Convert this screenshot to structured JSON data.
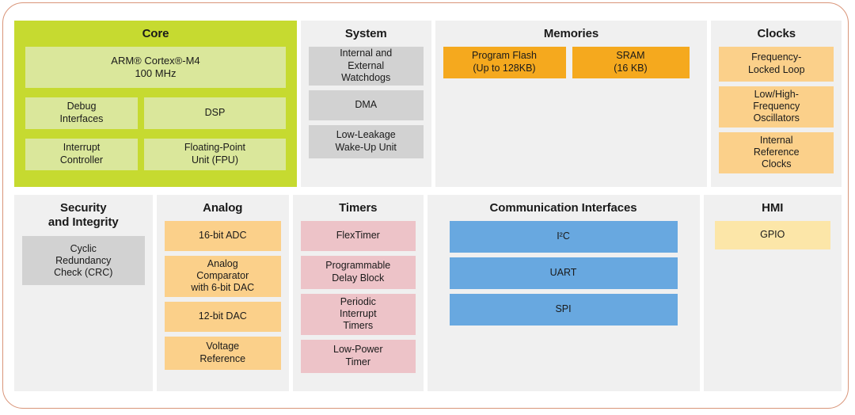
{
  "diagram": {
    "border_color": "#d99579",
    "panel_bg": "#f0f0f0",
    "rows": [
      {
        "name": "top-row",
        "panels": [
          {
            "id": "core",
            "title": "Core",
            "accent": "#c6da30",
            "block_color": "#dae79b",
            "blocks": [
              {
                "label": "ARM® Cortex®-M4\n100 MHz",
                "line1": "ARM® Cortex®-M4",
                "line2": "100 MHz"
              },
              {
                "line1": "Debug",
                "line2": "Interfaces"
              },
              {
                "line1": "DSP",
                "line2": ""
              },
              {
                "line1": "Interrupt",
                "line2": "Controller"
              },
              {
                "line1": "Floating-Point",
                "line2": "Unit (FPU)"
              }
            ]
          },
          {
            "id": "system",
            "title": "System",
            "accent": "#d2d2d2",
            "blocks": [
              {
                "line1": "Internal and",
                "line2": "External",
                "line3": "Watchdogs"
              },
              {
                "line1": "DMA",
                "line2": ""
              },
              {
                "line1": "Low-Leakage",
                "line2": "Wake-Up Unit"
              }
            ]
          },
          {
            "id": "memories",
            "title": "Memories",
            "accent": "#f5a91e",
            "blocks": [
              {
                "line1": "Program Flash",
                "line2": "(Up to 128KB)"
              },
              {
                "line1": "SRAM",
                "line2": "(16 KB)"
              }
            ]
          },
          {
            "id": "clocks",
            "title": "Clocks",
            "accent": "#fbd08a",
            "blocks": [
              {
                "line1": "Frequency-",
                "line2": "Locked Loop",
                "line3": ""
              },
              {
                "line1": "Low/High-",
                "line2": "Frequency",
                "line3": "Oscillators"
              },
              {
                "line1": "Internal",
                "line2": "Reference",
                "line3": "Clocks"
              }
            ]
          }
        ]
      },
      {
        "name": "bottom-row",
        "panels": [
          {
            "id": "security",
            "title_line1": "Security",
            "title_line2": "and Integrity",
            "accent": "#d2d2d2",
            "blocks": [
              {
                "line1": "Cyclic",
                "line2": "Redundancy",
                "line3": "Check (CRC)"
              }
            ]
          },
          {
            "id": "analog",
            "title": "Analog",
            "accent": "#fbd08a",
            "blocks": [
              {
                "line1": "16-bit ADC",
                "line2": "",
                "line3": ""
              },
              {
                "line1": "Analog",
                "line2": "Comparator",
                "line3": "with 6-bit DAC"
              },
              {
                "line1": "12-bit DAC",
                "line2": "",
                "line3": ""
              },
              {
                "line1": "Voltage",
                "line2": "Reference",
                "line3": ""
              }
            ]
          },
          {
            "id": "timers",
            "title": "Timers",
            "accent": "#edc3c8",
            "blocks": [
              {
                "line1": "FlexTimer",
                "line2": "",
                "line3": ""
              },
              {
                "line1": "Programmable",
                "line2": "Delay Block",
                "line3": ""
              },
              {
                "line1": "Periodic",
                "line2": "Interrupt",
                "line3": "Timers"
              },
              {
                "line1": "Low-Power",
                "line2": "Timer",
                "line3": ""
              }
            ]
          },
          {
            "id": "communication",
            "title": "Communication Interfaces",
            "accent": "#68a8e0",
            "blocks": [
              {
                "line1": "I²C"
              },
              {
                "line1": "UART"
              },
              {
                "line1": "SPI"
              }
            ]
          },
          {
            "id": "hmi",
            "title": "HMI",
            "accent": "#fce6a8",
            "blocks": [
              {
                "line1": "GPIO"
              }
            ]
          }
        ]
      }
    ]
  }
}
